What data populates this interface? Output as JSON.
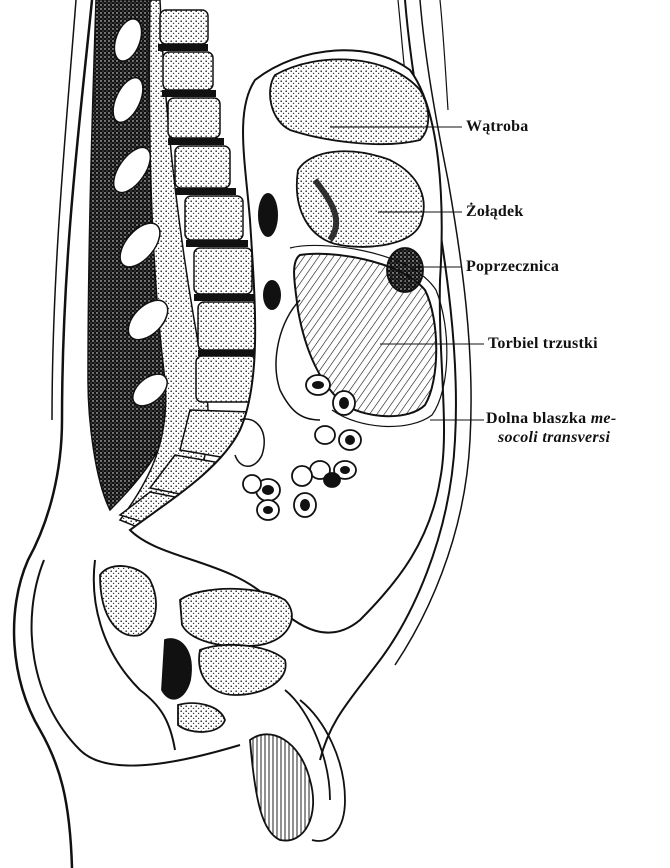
{
  "labels": {
    "watroba": "Wątroba",
    "zoladek": "Żołądek",
    "poprzecznica": "Poprzecznica",
    "torbiel": "Torbiel trzustki",
    "dolna_line1_regular": "Dolna blaszka",
    "dolna_line1_italic": "me-",
    "dolna_line2_italic": "socoli transversi"
  },
  "colors": {
    "ink": "#111111",
    "paper": "#ffffff"
  }
}
